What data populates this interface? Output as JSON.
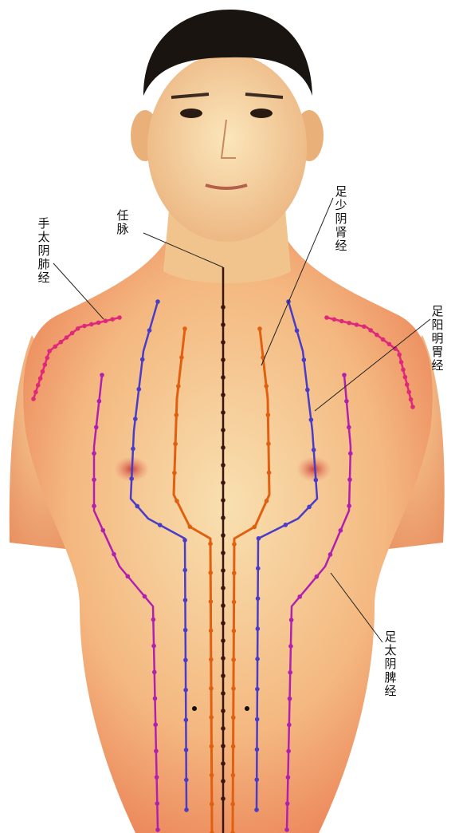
{
  "labels": {
    "ren_mai": "任脉",
    "zu_shaoyin": "足少阴肾经",
    "shou_taiyin": "手太阴肺经",
    "zu_yangming": "足阳明胃经",
    "zu_taiyin": "足太阴脾经"
  },
  "colors": {
    "ren_mai": "#3a1410",
    "kidney": "#e06010",
    "stomach": "#4a3cc8",
    "spleen": "#b020b0",
    "lung": "#e0287a",
    "skin_light": "#f6d6a0",
    "skin_dark": "#e8704a",
    "hair": "#1a1410",
    "background": "#ffffff"
  },
  "chart_data": {
    "type": "diagram",
    "title": "",
    "meridians": [
      {
        "name": "任脉"
      },
      {
        "name": "足少阴肾经"
      },
      {
        "name": "足阳明胃经"
      },
      {
        "name": "足太阴脾经"
      },
      {
        "name": "手太阴肺经"
      }
    ]
  }
}
